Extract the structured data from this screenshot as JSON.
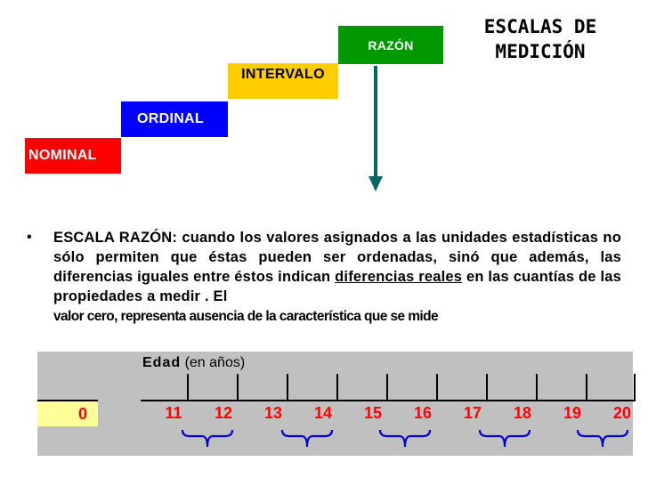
{
  "title": {
    "line1": "ESCALAS DE",
    "line2": "MEDICIÓN"
  },
  "steps": [
    {
      "label": "NOMINAL",
      "color": "#ff0000"
    },
    {
      "label": "ORDINAL",
      "color": "#0000ff"
    },
    {
      "label": "INTERVALO",
      "color": "#ffcc00"
    },
    {
      "label": "RAZÓN",
      "color": "#009900"
    }
  ],
  "arrow_color": "#006666",
  "bullet": {
    "lead": "ESCALA RAZÓN: cuando los valores asignados a las unidades estadísticas no sólo permiten que éstas pueden ser ordenadas, sinó que además, las diferencias iguales entre éstos indican ",
    "underlined": "diferencias reales",
    "mid": " en las cuantías de las propiedades a medir . El",
    "last": "valor cero, representa ausencia de la característica que se mide"
  },
  "scale": {
    "label_bold": "Edad",
    "label_unit": "(en años)",
    "zero": "0",
    "values": [
      "11",
      "12",
      "13",
      "14",
      "15",
      "16",
      "17",
      "18",
      "19",
      "20"
    ],
    "number_color": "#ff0000",
    "brace_color": "#0000cc",
    "panel_color": "#c0c0c0",
    "zero_box_color": "#ffff99"
  }
}
